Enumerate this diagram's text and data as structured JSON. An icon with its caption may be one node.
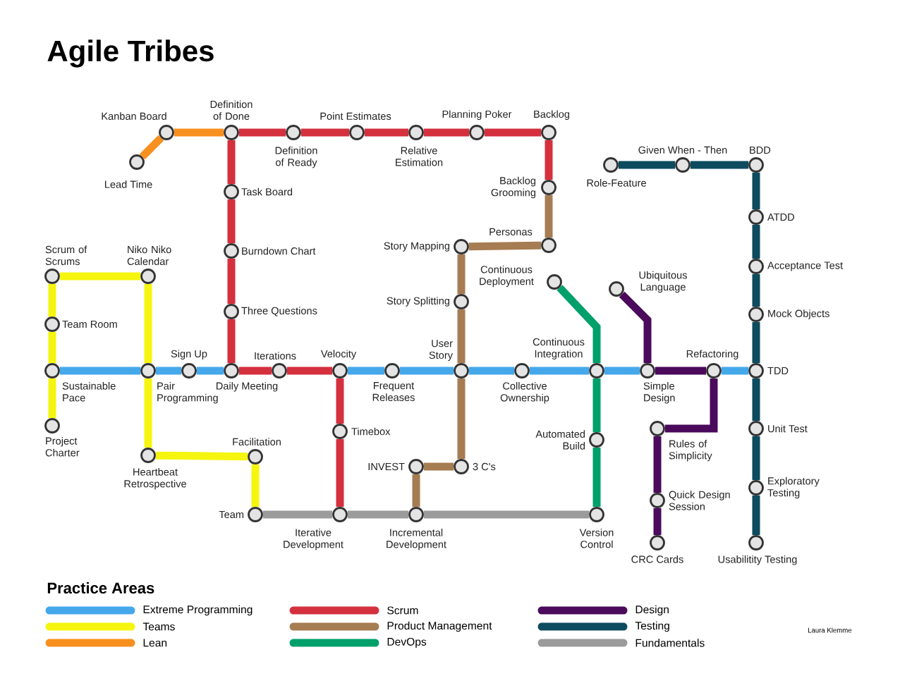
{
  "diagram": {
    "title": "Agile Tribes",
    "nodes": [
      {
        "text": [],
        "shape": "circle",
        "beside": [
          "Lead Time"
        ]
      },
      {
        "text": [],
        "shape": "circle",
        "beside": [
          "Kanban Board"
        ]
      },
      {
        "text": [],
        "shape": "circle",
        "beside": [
          "Definition of Done"
        ]
      },
      {
        "text": [],
        "shape": "circle",
        "beside": [
          "Definition of Ready"
        ]
      },
      {
        "text": [],
        "shape": "circle",
        "beside": [
          "Point Estimates"
        ]
      },
      {
        "text": [],
        "shape": "circle",
        "beside": [
          "Relative Estimation"
        ]
      },
      {
        "text": [],
        "shape": "circle",
        "beside": [
          "Planning Poker"
        ]
      },
      {
        "text": [],
        "shape": "circle",
        "beside": [
          "Backlog"
        ]
      },
      {
        "text": [],
        "shape": "circle",
        "beside": [
          "Backlog Grooming"
        ]
      },
      {
        "text": [],
        "shape": "circle",
        "beside": [
          "Personas"
        ]
      },
      {
        "text": [],
        "shape": "circle",
        "beside": [
          "Task Board"
        ]
      },
      {
        "text": [],
        "shape": "circle",
        "beside": [
          "Burndown Chart"
        ]
      },
      {
        "text": [],
        "shape": "circle",
        "beside": [
          "Three Questions"
        ]
      },
      {
        "text": [],
        "shape": "circle",
        "beside": [
          "Story Mapping"
        ]
      },
      {
        "text": [],
        "shape": "circle",
        "beside": [
          "Story Splitting"
        ]
      },
      {
        "text": [],
        "shape": "circle",
        "beside": [
          "Scrum of Scrums"
        ]
      },
      {
        "text": [],
        "shape": "circle",
        "beside": [
          "Niko Niko Calendar"
        ]
      },
      {
        "text": [],
        "shape": "circle",
        "beside": [
          "Team Room"
        ]
      },
      {
        "text": [],
        "shape": "circle",
        "beside": [
          "Continuous Deployment"
        ]
      },
      {
        "text": [],
        "shape": "circle",
        "beside": [
          "Ubiquitous Language"
        ]
      },
      {
        "text": [],
        "shape": "circle",
        "beside": [
          "Role-Feature"
        ]
      },
      {
        "text": [],
        "shape": "circle",
        "beside": [
          "Given When - Then"
        ]
      },
      {
        "text": [],
        "shape": "circle",
        "beside": [
          "BDD"
        ]
      },
      {
        "text": [],
        "shape": "circle",
        "beside": [
          "ATDD"
        ]
      },
      {
        "text": [],
        "shape": "circle",
        "beside": [
          "Acceptance Test"
        ]
      },
      {
        "text": [],
        "shape": "circle",
        "beside": [
          "Mock Objects"
        ]
      },
      {
        "text": [],
        "shape": "circle",
        "beside": [
          "Sustainable Pace"
        ]
      },
      {
        "text": [],
        "shape": "circle",
        "beside": [
          "Pair Programming"
        ]
      },
      {
        "text": [],
        "shape": "circle",
        "beside": [
          "Sign Up"
        ]
      },
      {
        "text": [],
        "shape": "circle",
        "beside": [
          "Daily Meeting"
        ]
      },
      {
        "text": [],
        "shape": "circle",
        "beside": [
          "Iterations"
        ]
      },
      {
        "text": [],
        "shape": "circle",
        "beside": [
          "Velocity"
        ]
      },
      {
        "text": [],
        "shape": "circle",
        "beside": [
          "Frequent Releases"
        ]
      },
      {
        "text": [],
        "shape": "circle",
        "beside": [
          "User Story"
        ]
      },
      {
        "text": [],
        "shape": "circle",
        "beside": [
          "Collective Ownership"
        ]
      },
      {
        "text": [],
        "shape": "circle",
        "beside": [
          "Continuous Integration"
        ]
      },
      {
        "text": [],
        "shape": "circle",
        "beside": [
          "Simple Design"
        ]
      },
      {
        "text": [],
        "shape": "circle",
        "beside": [
          "Refactoring"
        ]
      },
      {
        "text": [],
        "shape": "circle",
        "beside": [
          "TDD"
        ]
      },
      {
        "text": [],
        "shape": "circle",
        "beside": [
          "Project Charter"
        ]
      },
      {
        "text": [],
        "shape": "circle",
        "beside": [
          "Heartbeat Retrospective"
        ]
      },
      {
        "text": [],
        "shape": "circle",
        "beside": [
          "Facilitation"
        ]
      },
      {
        "text": [],
        "shape": "circle",
        "beside": [
          "Timebox"
        ]
      },
      {
        "text": [],
        "shape": "circle",
        "beside": [
          "INVEST"
        ]
      },
      {
        "text": [],
        "shape": "circle",
        "beside": [
          "3 C's"
        ]
      },
      {
        "text": [],
        "shape": "circle",
        "beside": [
          "Automated Build"
        ]
      },
      {
        "text": [],
        "shape": "circle",
        "beside": [
          "Rules of Simplicity"
        ]
      },
      {
        "text": [],
        "shape": "circle",
        "beside": [
          "Unit Test"
        ]
      },
      {
        "text": [],
        "shape": "circle",
        "beside": [
          "Quick Design Session"
        ]
      },
      {
        "text": [],
        "shape": "circle",
        "beside": [
          "Exploratory Testing"
        ]
      },
      {
        "text": [],
        "shape": "circle",
        "beside": [
          "Team"
        ]
      },
      {
        "text": [],
        "shape": "circle",
        "beside": [
          "Iterative Development"
        ]
      },
      {
        "text": [],
        "shape": "circle",
        "beside": [
          "Incremental Development"
        ]
      },
      {
        "text": [],
        "shape": "circle",
        "beside": [
          "Version Control"
        ]
      },
      {
        "text": [],
        "shape": "circle",
        "beside": [
          "CRC Cards"
        ]
      },
      {
        "text": [],
        "shape": "circle",
        "beside": [
          "Usabilitity Testing"
        ]
      }
    ],
    "edges": [
      {
        "from": 0,
        "to": 1,
        "arrow": "none",
        "color": "#f7901e"
      },
      {
        "from": 1,
        "to": 2,
        "arrow": "none",
        "color": "#f7901e"
      },
      {
        "from": 2,
        "to": 3,
        "arrow": "none",
        "color": "#d4303e"
      },
      {
        "from": 3,
        "to": 4,
        "arrow": "none",
        "color": "#d4303e"
      },
      {
        "from": 4,
        "to": 5,
        "arrow": "none",
        "color": "#d4303e"
      },
      {
        "from": 5,
        "to": 6,
        "arrow": "none",
        "color": "#d4303e"
      },
      {
        "from": 6,
        "to": 7,
        "arrow": "none",
        "color": "#d4303e"
      },
      {
        "from": 7,
        "to": 8,
        "arrow": "none",
        "color": "#d4303e"
      },
      {
        "from": 2,
        "to": 10,
        "arrow": "none",
        "color": "#d4303e"
      },
      {
        "from": 10,
        "to": 11,
        "arrow": "none",
        "color": "#d4303e"
      },
      {
        "from": 11,
        "to": 12,
        "arrow": "none",
        "color": "#d4303e"
      },
      {
        "from": 12,
        "to": 29,
        "arrow": "none",
        "color": "#d4303e"
      },
      {
        "from": 29,
        "to": 30,
        "arrow": "none",
        "color": "#d4303e"
      },
      {
        "from": 30,
        "to": 31,
        "arrow": "none",
        "color": "#d4303e"
      },
      {
        "from": 31,
        "to": 42,
        "arrow": "none",
        "color": "#d4303e"
      },
      {
        "from": 42,
        "to": 51,
        "arrow": "none",
        "color": "#d4303e"
      },
      {
        "from": 8,
        "to": 9,
        "arrow": "none",
        "color": "#a67c52"
      },
      {
        "from": 9,
        "to": 13,
        "arrow": "none",
        "color": "#a67c52"
      },
      {
        "from": 13,
        "to": 14,
        "arrow": "none",
        "color": "#a67c52"
      },
      {
        "from": 14,
        "to": 33,
        "arrow": "none",
        "color": "#a67c52"
      },
      {
        "from": 33,
        "to": 44,
        "arrow": "none",
        "color": "#a67c52"
      },
      {
        "from": 44,
        "to": 43,
        "arrow": "none",
        "color": "#a67c52"
      },
      {
        "from": 43,
        "to": 52,
        "arrow": "none",
        "color": "#a67c52"
      },
      {
        "from": 15,
        "to": 16,
        "arrow": "none",
        "color": "#f5f50f"
      },
      {
        "from": 15,
        "to": 17,
        "arrow": "none",
        "color": "#f5f50f"
      },
      {
        "from": 17,
        "to": 26,
        "arrow": "none",
        "color": "#f5f50f"
      },
      {
        "from": 26,
        "to": 39,
        "arrow": "none",
        "color": "#f5f50f"
      },
      {
        "from": 16,
        "to": 27,
        "arrow": "none",
        "color": "#f5f50f"
      },
      {
        "from": 27,
        "to": 40,
        "arrow": "none",
        "color": "#f5f50f"
      },
      {
        "from": 40,
        "to": 41,
        "arrow": "none",
        "color": "#f5f50f"
      },
      {
        "from": 41,
        "to": 50,
        "arrow": "none",
        "color": "#f5f50f"
      },
      {
        "from": 50,
        "to": 51,
        "arrow": "none",
        "color": "#9b9b9b"
      },
      {
        "from": 51,
        "to": 52,
        "arrow": "none",
        "color": "#9b9b9b"
      },
      {
        "from": 52,
        "to": 53,
        "arrow": "none",
        "color": "#9b9b9b"
      },
      {
        "from": 18,
        "to": 35,
        "arrow": "none",
        "color": "#00a06a"
      },
      {
        "from": 35,
        "to": 45,
        "arrow": "none",
        "color": "#00a06a"
      },
      {
        "from": 45,
        "to": 53,
        "arrow": "none",
        "color": "#00a06a"
      },
      {
        "from": 19,
        "to": 36,
        "arrow": "none",
        "color": "#4b0a5c"
      },
      {
        "from": 36,
        "to": 37,
        "arrow": "none",
        "color": "#4b0a5c"
      },
      {
        "from": 37,
        "to": 46,
        "arrow": "none",
        "color": "#4b0a5c"
      },
      {
        "from": 46,
        "to": 48,
        "arrow": "none",
        "color": "#4b0a5c"
      },
      {
        "from": 48,
        "to": 54,
        "arrow": "none",
        "color": "#4b0a5c"
      },
      {
        "from": 20,
        "to": 21,
        "arrow": "none",
        "color": "#0d4b5e"
      },
      {
        "from": 21,
        "to": 22,
        "arrow": "none",
        "color": "#0d4b5e"
      },
      {
        "from": 22,
        "to": 23,
        "arrow": "none",
        "color": "#0d4b5e"
      },
      {
        "from": 23,
        "to": 24,
        "arrow": "none",
        "color": "#0d4b5e"
      },
      {
        "from": 24,
        "to": 25,
        "arrow": "none",
        "color": "#0d4b5e"
      },
      {
        "from": 25,
        "to": 38,
        "arrow": "none",
        "color": "#0d4b5e"
      },
      {
        "from": 38,
        "to": 47,
        "arrow": "none",
        "color": "#0d4b5e"
      },
      {
        "from": 47,
        "to": 49,
        "arrow": "none",
        "color": "#0d4b5e"
      },
      {
        "from": 49,
        "to": 55,
        "arrow": "none",
        "color": "#0d4b5e"
      },
      {
        "from": 26,
        "to": 27,
        "arrow": "none",
        "color": "#45a8eb"
      },
      {
        "from": 27,
        "to": 28,
        "arrow": "none",
        "color": "#45a8eb"
      },
      {
        "from": 28,
        "to": 29,
        "arrow": "none",
        "color": "#45a8eb"
      },
      {
        "from": 31,
        "to": 32,
        "arrow": "none",
        "color": "#45a8eb"
      },
      {
        "from": 32,
        "to": 33,
        "arrow": "none",
        "color": "#45a8eb"
      },
      {
        "from": 33,
        "to": 34,
        "arrow": "none",
        "color": "#45a8eb"
      },
      {
        "from": 34,
        "to": 35,
        "arrow": "none",
        "color": "#45a8eb"
      },
      {
        "from": 35,
        "to": 36,
        "arrow": "none",
        "color": "#45a8eb"
      },
      {
        "from": 37,
        "to": 38,
        "arrow": "none",
        "color": "#45a8eb"
      }
    ],
    "labels": [
      "Practice Areas",
      "Laura Klemme"
    ],
    "legend": [
      {
        "text": "Extreme Programming",
        "color": "#45a8eb"
      },
      {
        "text": "Scrum",
        "color": "#d4303e"
      },
      {
        "text": "Design",
        "color": "#4b0a5c"
      },
      {
        "text": "Teams",
        "color": "#f5f50f"
      },
      {
        "text": "Product Management",
        "color": "#a67c52"
      },
      {
        "text": "Testing",
        "color": "#0d4b5e"
      },
      {
        "text": "Lean",
        "color": "#f7901e"
      },
      {
        "text": "DevOps",
        "color": "#00a06a"
      },
      {
        "text": "Fundamentals",
        "color": "#9b9b9b"
      }
    ]
  }
}
